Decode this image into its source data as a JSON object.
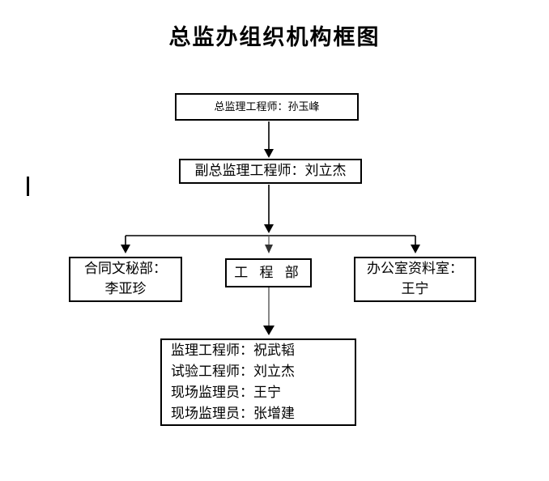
{
  "title": "总监办组织机构框图",
  "colors": {
    "background": "#ffffff",
    "line": "#000000",
    "text": "#000000"
  },
  "nodes": {
    "chief_engineer": {
      "label": "总监理工程师：孙玉峰"
    },
    "deputy_chief_engineer": {
      "label": "副总监理工程师：刘立杰"
    },
    "contract_secretary_dept": {
      "line1": "合同文秘部：",
      "line2": "李亚珍"
    },
    "engineering_dept": {
      "label": "工 程 部"
    },
    "office_archive_room": {
      "line1": "办公室资料室：",
      "line2": "王宁"
    },
    "staff_list": {
      "lines": [
        "监理工程师：祝武韬",
        "试验工程师：刘立杰",
        "现场监理员：王宁",
        "现场监理员：张增建"
      ]
    }
  }
}
